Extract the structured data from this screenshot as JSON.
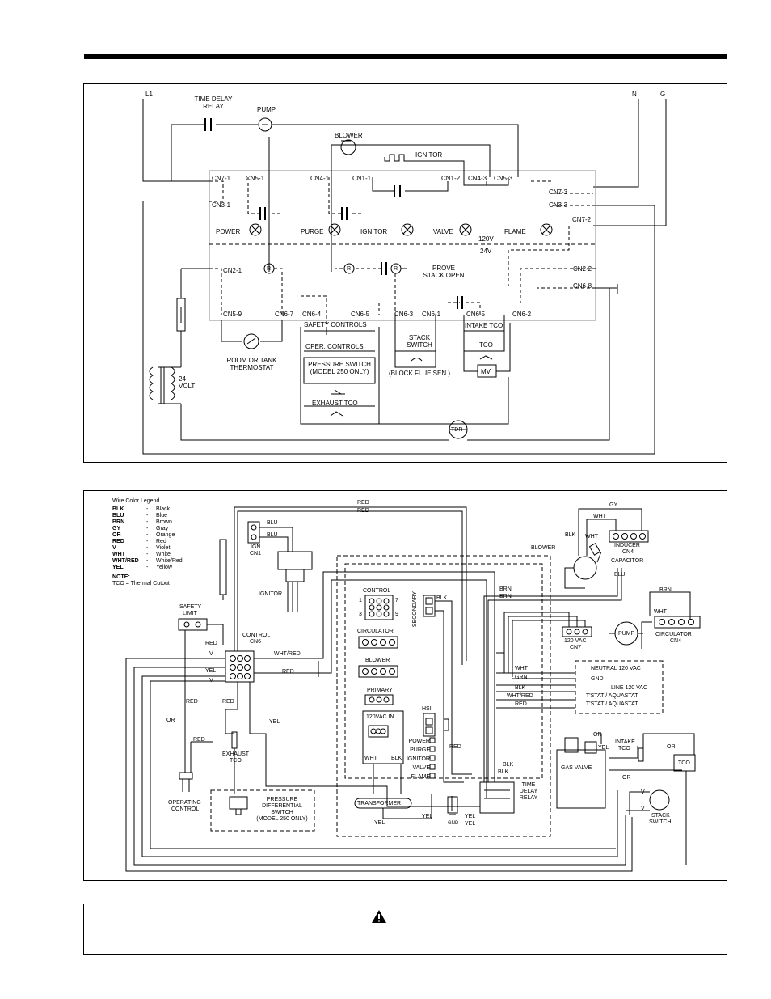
{
  "schematic": {
    "top_labels": {
      "l1": "L1",
      "n": "N",
      "g": "G"
    },
    "relay": [
      "TIME DELAY",
      "RELAY"
    ],
    "pump": "PUMP",
    "blower": "BLOWER",
    "ignitor": "IGNITOR",
    "connectors": {
      "cn7_1": "CN7-1",
      "cn5_1": "CN5-1",
      "cn4_1": "CN4-1",
      "cn1_1": "CN1-1",
      "cn1_2": "CN1-2",
      "cn4_3": "CN4-3",
      "cn5_3": "CN5-3",
      "cn3_1": "CN3-1",
      "cn7_3": "CN7-3",
      "cn3_3": "CN3-3",
      "cn7_2": "CN7-2",
      "cn2_1": "CN2-1",
      "cn2_2": "CN2-2",
      "cn6_8": "CN6-8",
      "cn5_9": "CN5-9",
      "cn6_7": "CN6-7",
      "cn6_4": "CN6-4",
      "cn6_5a": "CN6-5",
      "cn6_3": "CN6-3",
      "cn6_1": "CN6-1",
      "cn6_5b": "CN6-5",
      "cn6_2": "CN6-2"
    },
    "lamps": {
      "power": "POWER",
      "purge": "PURGE",
      "ignitor": "IGNITOR",
      "valve": "VALVE",
      "flame": "FLAME"
    },
    "v120": "120V",
    "v24": "24V",
    "prove": [
      "PROVE",
      "STACK OPEN"
    ],
    "safety_controls": "SAFETY CONTROLS",
    "oper_controls": "OPER. CONTROLS",
    "pressure_switch": [
      "PRESSURE SWITCH",
      "(MODEL 250 ONLY)"
    ],
    "exhaust_tco": "EXHAUST TCO",
    "stack_switch": [
      "STACK",
      "SWITCH"
    ],
    "block_flue": "(BLOCK FLUE SEN.)",
    "intake_tco": "INTAKE TCO",
    "tco": "TCO",
    "mv": "MV",
    "thermostat": [
      "ROOM OR TANK",
      "THERMOSTAT"
    ],
    "transformer": [
      "24",
      "VOLT"
    ],
    "tdr": "TDR",
    "r": "R"
  },
  "wiring": {
    "legend_title": "Wire Color Legend",
    "legend": [
      {
        "code": "BLK",
        "name": "Black"
      },
      {
        "code": "BLU",
        "name": "Blue"
      },
      {
        "code": "BRN",
        "name": "Brown"
      },
      {
        "code": "GY",
        "name": "Gray"
      },
      {
        "code": "OR",
        "name": "Orange"
      },
      {
        "code": "RED",
        "name": "Red"
      },
      {
        "code": "V",
        "name": "Violet"
      },
      {
        "code": "WHT",
        "name": "White"
      },
      {
        "code": "WHT/RED",
        "name": "White/Red"
      },
      {
        "code": "YEL",
        "name": "Yellow"
      }
    ],
    "note_title": "NOTE:",
    "note": "TCO = Thermal Cutout",
    "labels": {
      "red": "RED",
      "blu": "BLU",
      "ign": "IGN",
      "cn1": "CN1",
      "ignitor": "IGNITOR",
      "safety": "SAFETY",
      "limit": "LIMIT",
      "control": "CONTROL",
      "cn6": "CN6",
      "v": "V",
      "yel": "YEL",
      "whtred": "WHT/RED",
      "or": "OR",
      "exhaust": "EXHAUST",
      "tco": "TCO",
      "operating": "OPERATING",
      "control2": "CONTROL",
      "pds": [
        "PRESSURE",
        "DIFFERENTIAL",
        "SWITCH",
        "(MODEL 250 ONLY)"
      ],
      "control_blk": "CONTROL",
      "circulator": "CIRCULATOR",
      "blower": "BLOWER",
      "primary": "PRIMARY",
      "vac_in": "120VAC IN",
      "wht": "WHT",
      "blk": "BLK",
      "hsi": "HSI",
      "secondary": "SECONDARY",
      "status": [
        "POWER",
        "PURGE",
        "IGNITOR",
        "VALVE",
        "FLAME"
      ],
      "transformer": "TRANSFORMER",
      "gnd": "GND",
      "tdr": [
        "TIME",
        "DELAY",
        "RELAY"
      ],
      "gy": "GY",
      "inducer": "INDUCER",
      "cn4": "CN4",
      "capacitor": "CAPACITOR",
      "brn": "BRN",
      "vac120": "120 VAC",
      "cn7": "CN7",
      "pump": "PUMP",
      "circulator_cn4": "CIRCULATOR",
      "grn": "GRN",
      "neutral": "NEUTRAL 120 VAC",
      "gnd2": "GND",
      "line": "LINE 120 VAC",
      "tstat1": "T'STAT / AQUASTAT",
      "tstat2": "T'STAT / AQUASTAT",
      "intake": "INTAKE",
      "gas_valve": "GAS VALVE",
      "stack": "STACK",
      "switch": "SWITCH",
      "n1": "1",
      "n7": "7",
      "n3": "3",
      "n9": "9"
    }
  }
}
